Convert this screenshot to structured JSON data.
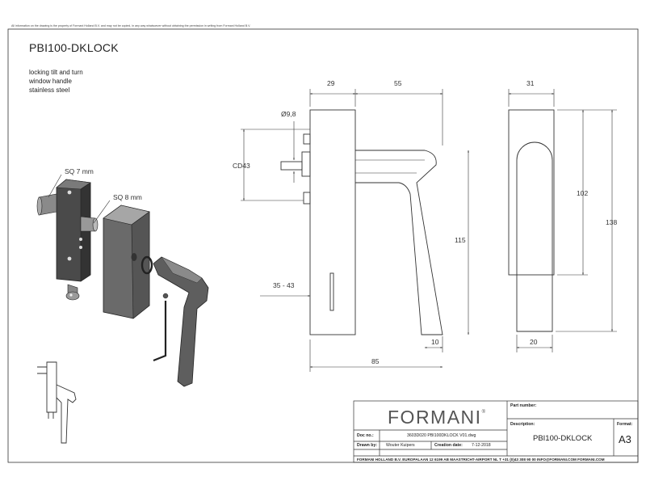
{
  "sheet": {
    "notice": "All information on the drawing is the property of Formani Holland B.V. and may not be copied, in any way whatsoever without obtaining the permission in writing from Formani Holland B.V.",
    "title": "PBI100-DKLOCK",
    "description": [
      "locking tilt and turn",
      "window handle",
      "stainless steel"
    ]
  },
  "callouts": {
    "sq7": "SQ 7 mm",
    "sq8": "SQ 8 mm"
  },
  "dimensions": {
    "d29": "29",
    "d55": "55",
    "d31": "31",
    "dia": "Ø9,8",
    "cd43": "CD43",
    "d115": "115",
    "d102": "102",
    "d138": "138",
    "d3543": "35 - 43",
    "d10": "10",
    "d20": "20",
    "d85": "85"
  },
  "title_block": {
    "brand": "FORMANI",
    "brand_mark": "®",
    "part_number_label": "Part number:",
    "description_label": "Description:",
    "description_value": "PBI100-DKLOCK",
    "format_label": "Format:",
    "format_value": "A3",
    "doc_no_label": "Doc no.:",
    "doc_no_value": "3603D020 PBI100DKLOCK V01.dwg",
    "drawn_by_label": "Drawn by:",
    "drawn_by_value": "Wouter Kuipers",
    "creation_date_label": "Creation date:",
    "creation_date_value": "7-12-2018",
    "footer": "FORMANI HOLLAND B.V.  EUROPALAAN 12  6199 AB MAASTRICHT-AIRPORT NL  T +31 (0)43 308 90 00  INFO@FORMANI.COM  FORMANI.COM"
  },
  "colors": {
    "line": "#333333",
    "dark_part": "#4a4a4a",
    "mid_part": "#6a6a6a"
  }
}
